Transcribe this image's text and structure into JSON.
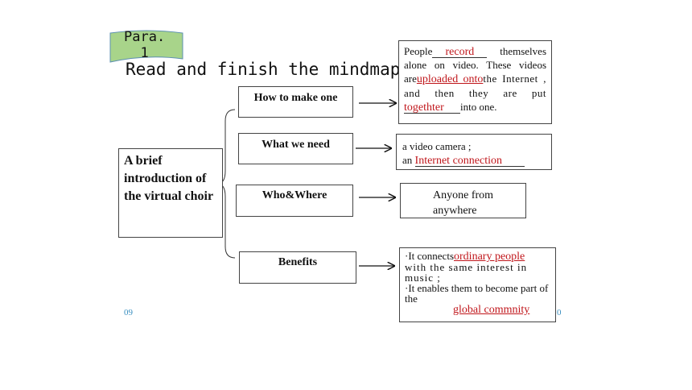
{
  "tag": {
    "text": "Para.\n  1",
    "fill": "#a8d48a",
    "stroke": "#5b8fb0"
  },
  "title": "Read and finish the mindmap",
  "center": "A brief introduction of the virtual choir",
  "branches": [
    {
      "label": "How to make one"
    },
    {
      "label": "What we need"
    },
    {
      "label": "Who&Where"
    },
    {
      "label": "Benefits"
    }
  ],
  "answers": {
    "make": {
      "p1": "People",
      "a1": "record",
      "p2": "themselves alone on video. These videos are",
      "a2": "uploaded onto",
      "p3": "the Internet , and then they are put",
      "a3": "togethter",
      "p4": "into one."
    },
    "need": {
      "l1": "a video camera ;",
      "p1": "an",
      "a1": "Internet connection"
    },
    "who": {
      "text": "Anyone from anywhere"
    },
    "benefits": {
      "p1": "·It connects",
      "a1": "ordinary people",
      "p2": "with the same interest in music ;",
      "p3": "·It  enables them to become part of the",
      "a2": "global commnity"
    }
  },
  "page_left": "09",
  "page_right": "0",
  "colors": {
    "answer": "#c0161b",
    "page_number": "#3a8fc0"
  }
}
